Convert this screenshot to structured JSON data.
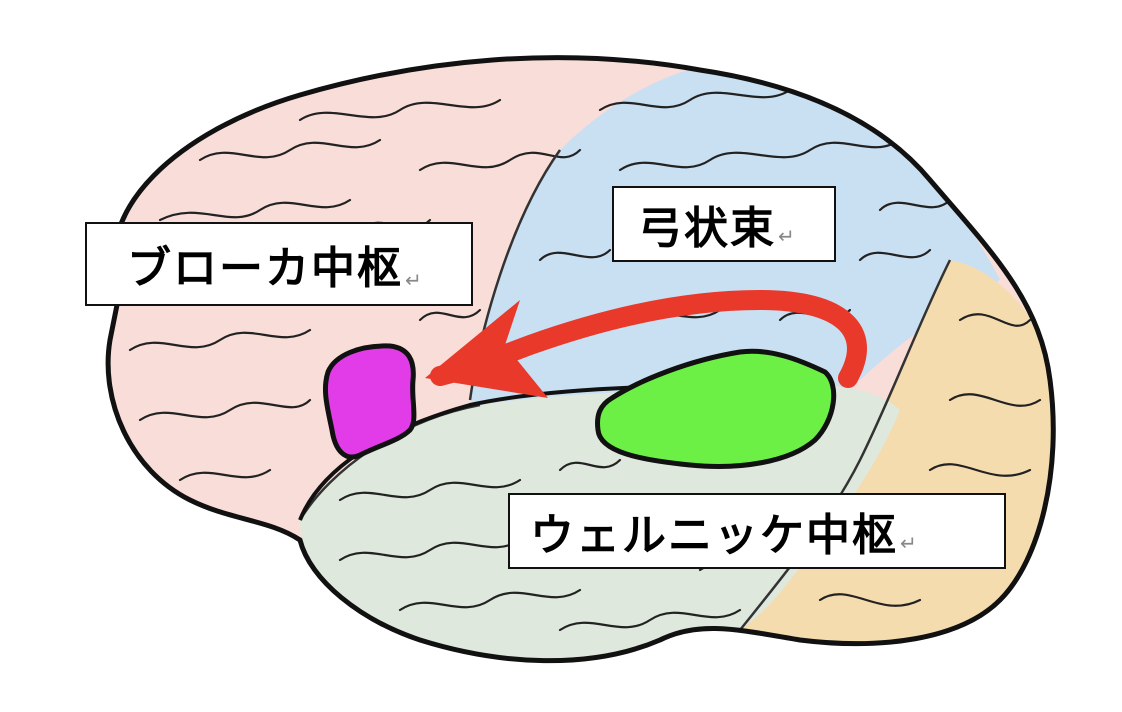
{
  "labels": {
    "broca": "ブローカ中枢",
    "arcuate": "弓状束",
    "wernicke": "ウェルニッケ中枢",
    "return_mark": "↵"
  },
  "colors": {
    "frontal_lobe": "#f9ddd8",
    "parietal_lobe": "#c9dff2",
    "temporal_lobe": "#dfe8dc",
    "occipital_lobe": "#f5dcae",
    "broca_area": "#e23ce8",
    "wernicke_area": "#6cf046",
    "arcuate_arrow": "#e8392b",
    "outline": "#111111"
  }
}
